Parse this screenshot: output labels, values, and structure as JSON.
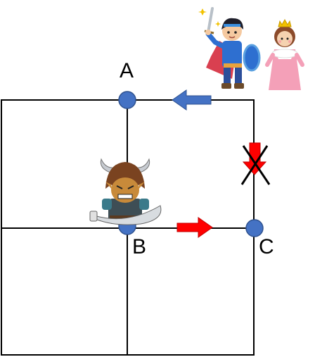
{
  "nodes": {
    "a": {
      "label": "A"
    },
    "b": {
      "label": "B"
    },
    "c": {
      "label": "C"
    }
  },
  "characters": {
    "hero": "hero-with-sword-and-shield",
    "princess": "princess-with-crown",
    "villain": "horned-demon-warrior-with-scimitar"
  },
  "arrows": {
    "blue": "arrow-left",
    "red_blocked": "arrow-down-crossed-out",
    "red_go": "arrow-right"
  },
  "colors": {
    "grid_line": "#000000",
    "node_fill": "#4472C4",
    "node_stroke": "#2F528F",
    "blue_arrow": "#4472C4",
    "red_arrow": "#FF0000",
    "hero_tunic": "#2E6FD0",
    "hero_cape": "#D94050",
    "princess_dress": "#F4A0B8",
    "villain_skin": "#C88A3A"
  }
}
